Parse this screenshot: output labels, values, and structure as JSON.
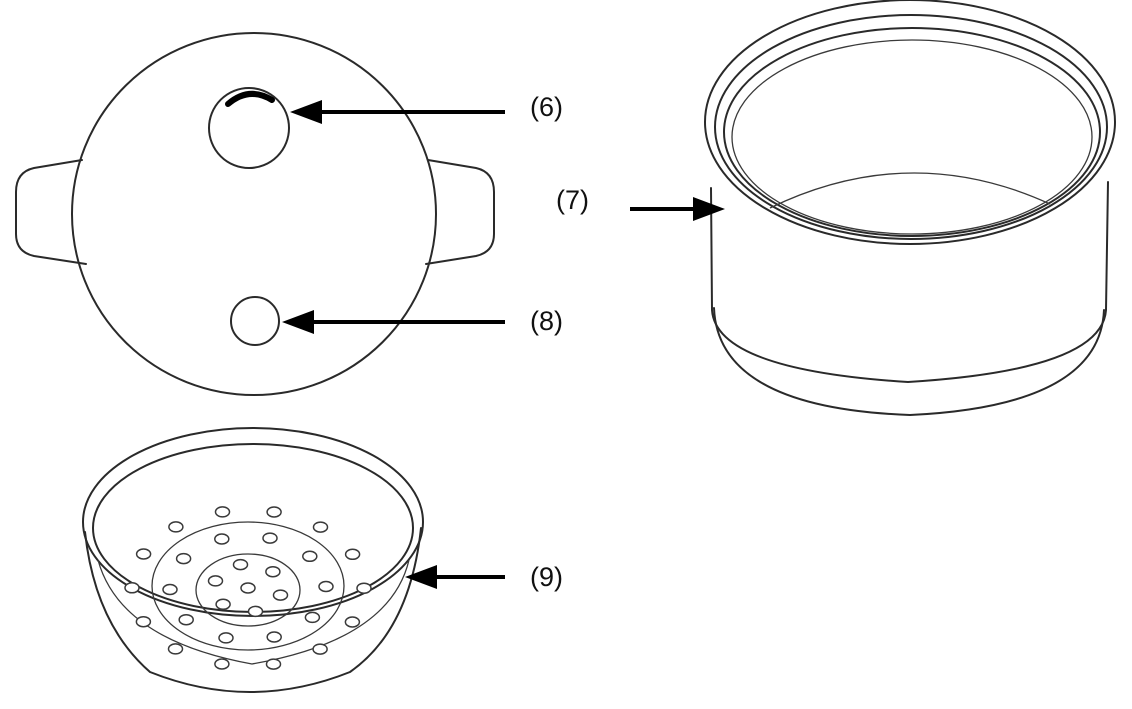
{
  "labels": {
    "lid_vent": "(6)",
    "inner_pot": "(7)",
    "lid_valve": "(8)",
    "steam_tray": "(9)"
  },
  "colors": {
    "line": "#2a2a2a",
    "arrow": "#000000",
    "background": "#ffffff"
  }
}
